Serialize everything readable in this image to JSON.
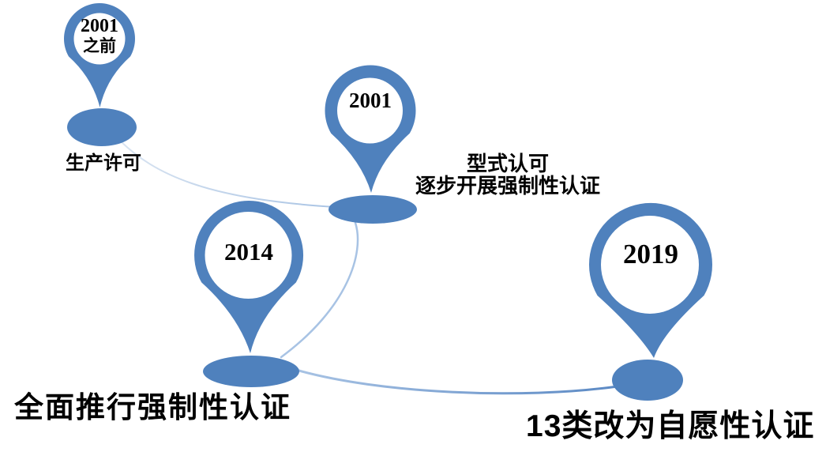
{
  "colors": {
    "background": "#FFFFFF",
    "pin_fill": "#4F81BD",
    "pin_inner": "#FFFFFF",
    "year_text": "#000000",
    "label_text": "#000000",
    "curve_lightest": "#D9E4F1",
    "curve_light": "#A8C3E4",
    "curve_dark": "#5B89C4"
  },
  "milestones": [
    {
      "id": "pre-2001",
      "year": "2001",
      "year_sub": "之前",
      "label": "生产许可"
    },
    {
      "id": "2001",
      "year": "2001",
      "label_line1": "型式认可",
      "label_line2": "逐步开展强制性认证"
    },
    {
      "id": "2014",
      "year": "2014",
      "label": "全面推行强制性认证"
    },
    {
      "id": "2019",
      "year": "2019",
      "label": "13类改为自愿性认证"
    }
  ]
}
